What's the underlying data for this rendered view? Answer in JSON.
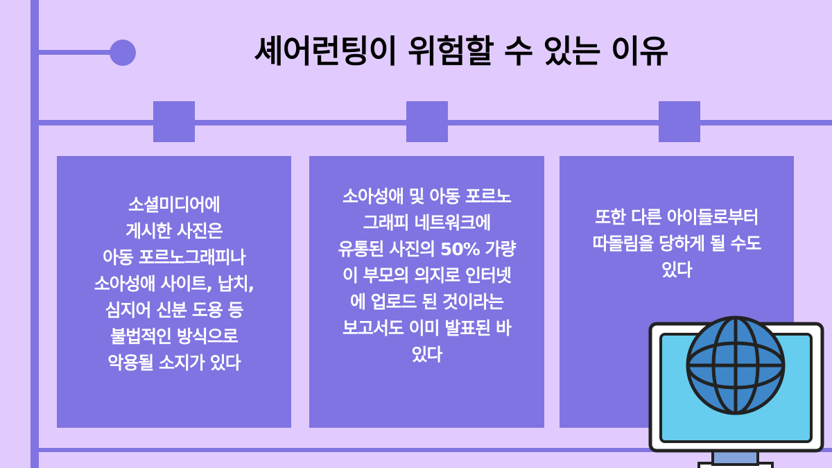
{
  "title": "셰어런팅이 위험할 수 있는 이유",
  "colors": {
    "background": "#e1cbfe",
    "accent": "#7f74e1",
    "card_text": "#ffffff",
    "title_text": "#000000",
    "screen": "#66cdee",
    "globe": "#3f87c9"
  },
  "cards": [
    {
      "lines": [
        "소셜미디어에",
        "게시한 사진은",
        "아동 포르노그래피나",
        "소아성애 사이트, 납치,",
        "심지어 신분 도용 등",
        "불법적인 방식으로",
        "악용될 소지가 있다"
      ]
    },
    {
      "lines": [
        "소아성애 및 아동 포르노",
        "그래피 네트워크에",
        "유통된 사진의 50% 가량",
        "이 부모의 의지로 인터넷",
        "에 업로드 된 것이라는",
        "보고서도 이미 발표된 바",
        "있다"
      ]
    },
    {
      "lines": [
        "또한 다른 아이들로부터",
        "따돌림을 당하게 될 수도",
        "있다"
      ]
    }
  ],
  "illustration": {
    "icon": "computer-globe-icon"
  }
}
